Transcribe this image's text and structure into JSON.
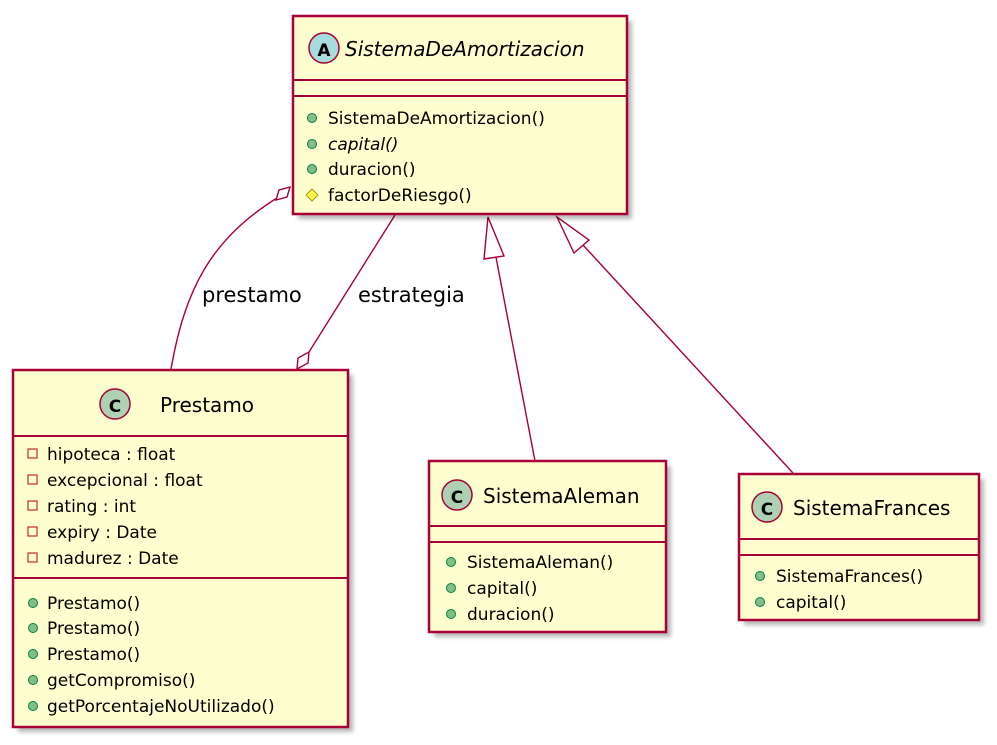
{
  "classes": {
    "sistema_amortizacion": {
      "stereotype_letter": "A",
      "name": "SistemaDeAmortizacion",
      "methods": [
        {
          "vis": "public",
          "text": "SistemaDeAmortizacion()"
        },
        {
          "vis": "public",
          "text": "capital()",
          "abstract": true
        },
        {
          "vis": "public",
          "text": "duracion()"
        },
        {
          "vis": "protected",
          "text": "factorDeRiesgo()"
        }
      ]
    },
    "prestamo": {
      "stereotype_letter": "C",
      "name": "Prestamo",
      "fields": [
        {
          "vis": "private",
          "text": "hipoteca : float"
        },
        {
          "vis": "private",
          "text": "excepcional : float"
        },
        {
          "vis": "private",
          "text": "rating : int"
        },
        {
          "vis": "private",
          "text": "expiry : Date"
        },
        {
          "vis": "private",
          "text": "madurez : Date"
        }
      ],
      "methods": [
        {
          "vis": "public",
          "text": "Prestamo()"
        },
        {
          "vis": "public",
          "text": "Prestamo()"
        },
        {
          "vis": "public",
          "text": "Prestamo()"
        },
        {
          "vis": "public",
          "text": "getCompromiso()"
        },
        {
          "vis": "public",
          "text": "getPorcentajeNoUtilizado()"
        }
      ]
    },
    "sistema_aleman": {
      "stereotype_letter": "C",
      "name": "SistemaAleman",
      "methods": [
        {
          "vis": "public",
          "text": "SistemaAleman()"
        },
        {
          "vis": "public",
          "text": "capital()"
        },
        {
          "vis": "public",
          "text": "duracion()"
        }
      ]
    },
    "sistema_frances": {
      "stereotype_letter": "C",
      "name": "SistemaFrances",
      "methods": [
        {
          "vis": "public",
          "text": "SistemaFrances()"
        },
        {
          "vis": "public",
          "text": "capital()"
        }
      ]
    }
  },
  "relations": {
    "prestamo_label": "prestamo",
    "estrategia_label": "estrategia"
  },
  "colors": {
    "box_fill": "#FEFECE",
    "border": "#A80036",
    "circle_class": "#ADD1B2",
    "circle_abstract": "#A9DCDF",
    "public_green": "#84BE84",
    "protected_yellow": "#FFFF44",
    "private_red": "#C82930"
  }
}
